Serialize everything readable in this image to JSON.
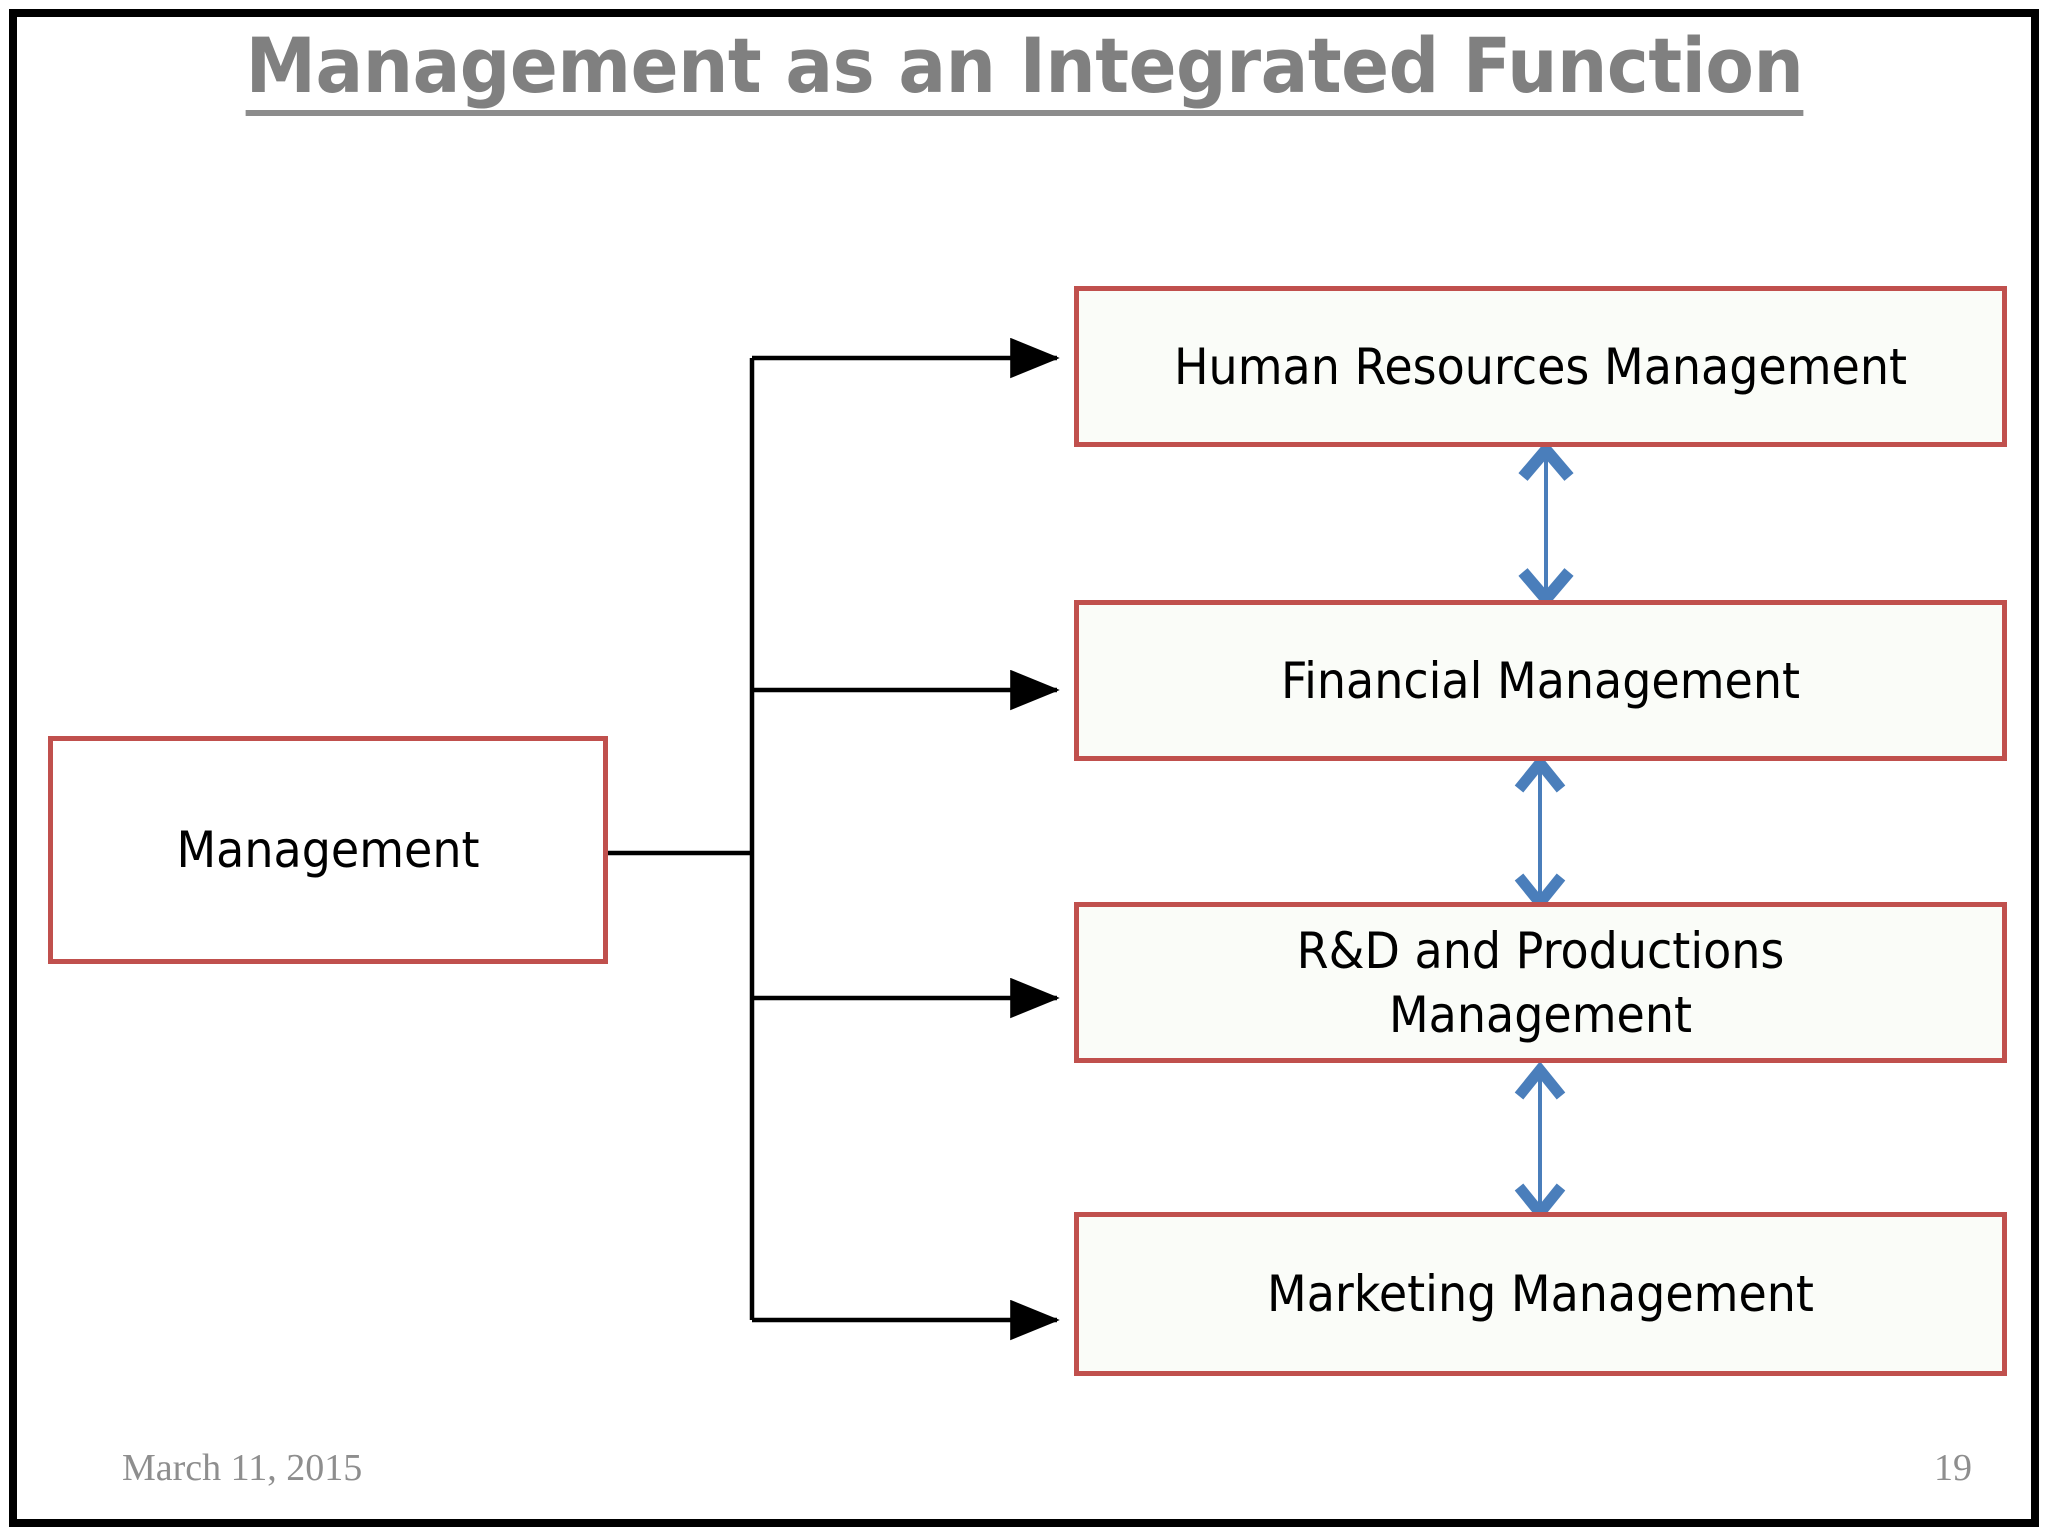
{
  "slide": {
    "title": "Management as an Integrated Function",
    "frame_color": "#000000",
    "background": "#ffffff"
  },
  "theme": {
    "title_color": "#808080",
    "box_border_color": "#C0504D",
    "box_fill_color": "#FAFCF8",
    "box_text_color": "#000000",
    "connector_color": "#000000",
    "double_arrow_color": "#4A7EBB",
    "footer_color": "#8E8E8E"
  },
  "diagram": {
    "root": {
      "label": "Management"
    },
    "branches": [
      {
        "label": "Human Resources Management"
      },
      {
        "label": "Financial Management"
      },
      {
        "label": "R&D and Productions\nManagement"
      },
      {
        "label": "Marketing Management"
      }
    ],
    "links": [
      {
        "from": "Management",
        "to": "Human Resources Management",
        "style": "single-arrow"
      },
      {
        "from": "Management",
        "to": "Financial Management",
        "style": "single-arrow"
      },
      {
        "from": "Management",
        "to": "R&D and Productions Management",
        "style": "single-arrow"
      },
      {
        "from": "Management",
        "to": "Marketing Management",
        "style": "single-arrow"
      },
      {
        "from": "Human Resources Management",
        "to": "Financial Management",
        "style": "double-arrow"
      },
      {
        "from": "Financial Management",
        "to": "R&D and Productions Management",
        "style": "double-arrow"
      },
      {
        "from": "R&D and Productions Management",
        "to": "Marketing Management",
        "style": "double-arrow"
      }
    ]
  },
  "footer": {
    "date": "March 11, 2015",
    "page_number": "19"
  }
}
